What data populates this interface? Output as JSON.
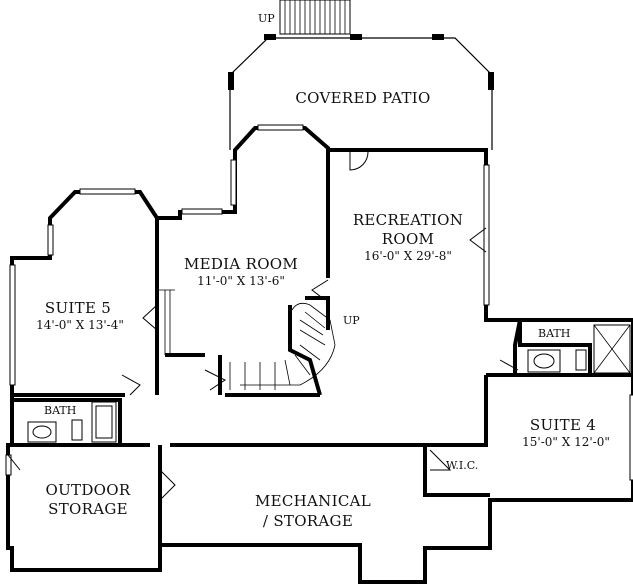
{
  "rooms": {
    "covered_patio": {
      "name": "COVERED PATIO"
    },
    "recreation_room": {
      "name_line1": "RECREATION",
      "name_line2": "ROOM",
      "dims": "16'-0\" X 29'-8\""
    },
    "media_room": {
      "name": "MEDIA ROOM",
      "dims": "11'-0\" X 13'-6\""
    },
    "suite5": {
      "name": "SUITE 5",
      "dims": "14'-0\" X 13'-4\""
    },
    "suite4": {
      "name": "SUITE 4",
      "dims": "15'-0\" X 12'-0\""
    },
    "bath_left": {
      "name": "BATH"
    },
    "bath_right": {
      "name": "BATH"
    },
    "wic": {
      "name": "W.I.C."
    },
    "outdoor_storage": {
      "name_line1": "OUTDOOR",
      "name_line2": "STORAGE"
    },
    "mechanical": {
      "name_line1": "MECHANICAL",
      "name_line2": "/ STORAGE"
    }
  },
  "stairs": {
    "exterior_up": "UP",
    "interior_up": "UP"
  }
}
